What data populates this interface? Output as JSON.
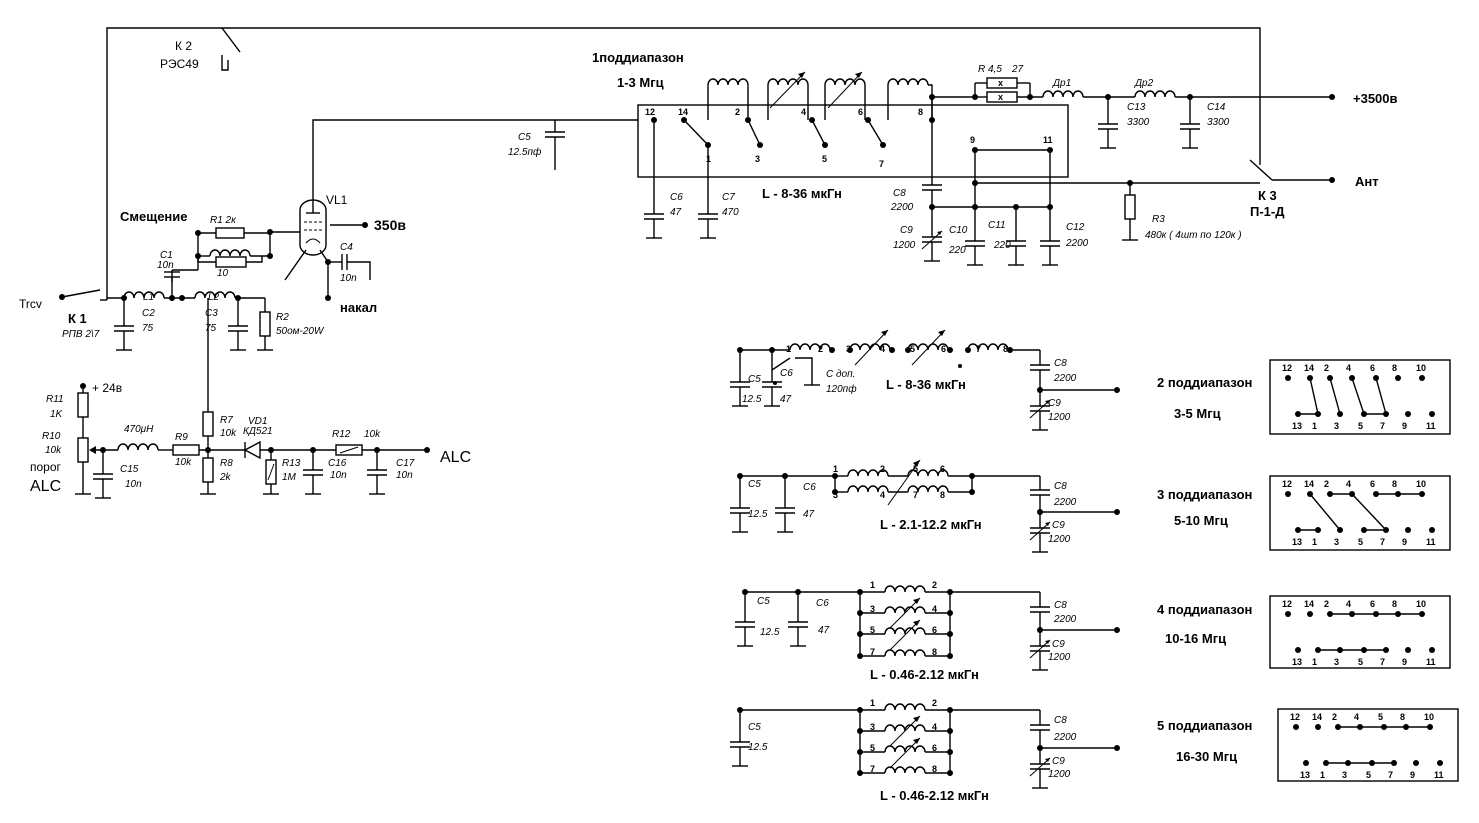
{
  "main": {
    "band_title": "1поддиапазон",
    "band_range": "1-3 Мгц",
    "inductance": "L - 8-36 мкГн",
    "k2": "К 2",
    "k2_type": "РЭС49",
    "k1": "К 1",
    "k1_type": "РПВ 2\\7",
    "k3": "К 3",
    "k3_type": "П-1-Д",
    "trcv": "Trcv",
    "bias": "Смещение",
    "heater": "накал",
    "hv_anode": "350в",
    "hv_plate": "+3500в",
    "ant": "Ант",
    "vl1": "VL1",
    "c5": "C5",
    "c5v": "12.5пф",
    "c6": "C6",
    "c6v": "47",
    "c7": "C7",
    "c7v": "470",
    "c8": "C8",
    "c8v": "2200",
    "c9": "C9",
    "c9v": "1200",
    "c10": "C10",
    "c10v": "220",
    "c11": "C11",
    "c11v": "220",
    "c12": "C12",
    "c12v": "2200",
    "c13": "C13",
    "c13v": "3300",
    "c14": "C14",
    "c14v": "3300",
    "r45": "R 4,5",
    "r45v": "27",
    "dr1": "Др1",
    "dr2": "Др2",
    "r3": "R3",
    "r3v": "480к ( 4шт по 120к )",
    "r1": "R1 2к",
    "c1": "C1",
    "c1v": "10n",
    "c4": "C4",
    "c4v": "10n",
    "l1": "L1",
    "l2": "L2",
    "r_grid": "10",
    "c2": "C2",
    "c2v": "75",
    "c3": "C3",
    "c3v": "75",
    "r2": "R2",
    "r2v": "50ом-20W",
    "pin12": "12",
    "pin14": "14",
    "pin1": "1",
    "pin2": "2",
    "pin3": "3",
    "pin4": "4",
    "pin5": "5",
    "pin6": "6",
    "pin7": "7",
    "pin8": "8",
    "pin9": "9",
    "pin11": "11"
  },
  "alc": {
    "r11": "R11",
    "r11v": "1K",
    "v24": "+ 24в",
    "r10": "R10",
    "r10v": "10k",
    "porog": "порог",
    "alc_label": "ALC",
    "l470": "470μH",
    "r9": "R9",
    "r9v": "10k",
    "r7": "R7",
    "r7v": "10k",
    "r8": "R8",
    "r8v": "2k",
    "vd1": "VD1",
    "vd1v": "КД521",
    "r12": "R12",
    "r12v": "10k",
    "r13": "R13",
    "r13v": "1M",
    "c15": "C15",
    "c15v": "10n",
    "c16": "C16",
    "c16v": "10n",
    "c17": "C17",
    "c17v": "10n",
    "out": "ALC"
  },
  "bands": [
    {
      "title": "2 поддиапазон",
      "range": "3-5 Мгц",
      "inductance": "L - 8-36 мкГн",
      "c5": "C5",
      "c5v": "12.5",
      "c6": "C6",
      "c6v": "47",
      "cdop": "С доп.",
      "cdopv": "120пф",
      "c8": "C8",
      "c8v": "2200",
      "c9": "C9",
      "c9v": "1200",
      "coil_pins": [
        "1",
        "2",
        "3",
        "4",
        "5",
        "6",
        "7",
        "8"
      ],
      "top_pins": [
        "12",
        "14",
        "2",
        "4",
        "6",
        "8",
        "10"
      ],
      "bottom_pins": [
        "13",
        "1",
        "3",
        "5",
        "7",
        "9",
        "11"
      ]
    },
    {
      "title": "3 поддиапазон",
      "range": "5-10 Мгц",
      "inductance": "L - 2.1-12.2 мкГн",
      "c5": "C5",
      "c5v": "12.5",
      "c6": "C6",
      "c6v": "47",
      "c8": "C8",
      "c8v": "2200",
      "c9": "C9",
      "c9v": "1200",
      "coil_pins": [
        "1",
        "2",
        "5",
        "6",
        "3",
        "4",
        "7",
        "8"
      ],
      "top_pins": [
        "12",
        "14",
        "2",
        "4",
        "6",
        "8",
        "10"
      ],
      "bottom_pins": [
        "13",
        "1",
        "3",
        "5",
        "7",
        "9",
        "11"
      ]
    },
    {
      "title": "4 поддиапазон",
      "range": "10-16 Мгц",
      "inductance": "L - 0.46-2.12 мкГн",
      "c5": "C5",
      "c5v": "12.5",
      "c6": "C6",
      "c6v": "47",
      "c8": "C8",
      "c8v": "2200",
      "c9": "C9",
      "c9v": "1200",
      "coil_pins": [
        "1",
        "2",
        "3",
        "4",
        "5",
        "6",
        "7",
        "8"
      ],
      "top_pins": [
        "12",
        "14",
        "2",
        "4",
        "6",
        "8",
        "10"
      ],
      "bottom_pins": [
        "13",
        "1",
        "3",
        "5",
        "7",
        "9",
        "11"
      ]
    },
    {
      "title": "5 поддиапазон",
      "range": "16-30 Мгц",
      "inductance": "L - 0.46-2.12 мкГн",
      "c5": "C5",
      "c5v": "12.5",
      "c8": "C8",
      "c8v": "2200",
      "c9": "C9",
      "c9v": "1200",
      "coil_pins": [
        "1",
        "2",
        "3",
        "4",
        "5",
        "6",
        "7",
        "8"
      ],
      "top_pins": [
        "12",
        "14",
        "2",
        "4",
        "5",
        "8",
        "10"
      ],
      "bottom_pins": [
        "13",
        "1",
        "3",
        "5",
        "7",
        "9",
        "11"
      ]
    }
  ]
}
